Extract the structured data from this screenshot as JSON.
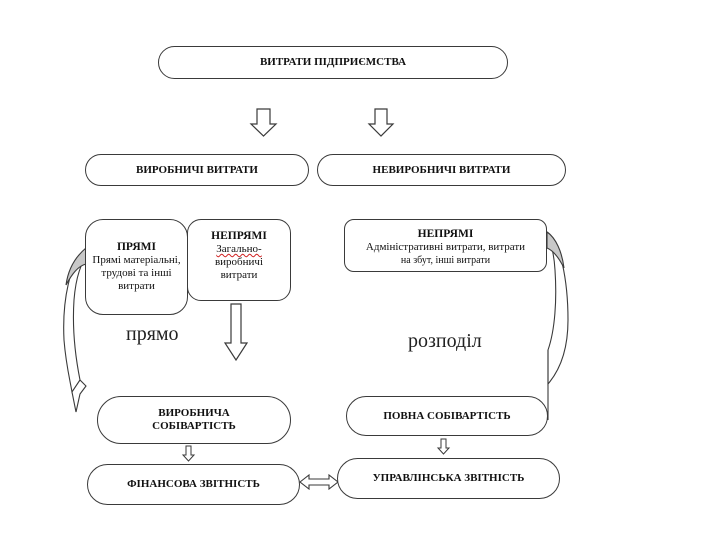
{
  "diagram": {
    "root": {
      "label": "ВИТРАТИ ПІДПРИЄМСТВА"
    },
    "production_costs": {
      "label": "ВИРОБНИЧІ ВИТРАТИ"
    },
    "non_production_costs": {
      "label": "НЕВИРОБНИЧІ ВИТРАТИ"
    },
    "direct": {
      "title": "ПРЯМІ",
      "description": "Прямі матеріальні, трудові та інші витрати"
    },
    "indirect_production": {
      "title": "НЕПРЯМІ",
      "description_spell": "Загально-",
      "description_rest": "виробничі витрати"
    },
    "indirect_non_production": {
      "title": "НЕПРЯМІ",
      "description_line1": "Адміністративні витрати, витрати",
      "description_line2": "на збут, інші витрати"
    },
    "annotations": {
      "direct_label": "прямо",
      "allocation_label": "розподіл"
    },
    "production_cost": {
      "label": "ВИРОБНИЧА СОБІВАРТІСТЬ"
    },
    "full_cost": {
      "label": "ПОВНА СОБІВАРТІСТЬ"
    },
    "financial_reporting": {
      "label": "ФІНАНСОВА ЗВІТНІСТЬ"
    },
    "management_reporting": {
      "label": "УПРАВЛІНСЬКА ЗВІТНІСТЬ"
    },
    "colors": {
      "stroke": "#3a3a3a",
      "arrow_shade": "#c8c8c8",
      "spellcheck": "#d02020"
    }
  }
}
